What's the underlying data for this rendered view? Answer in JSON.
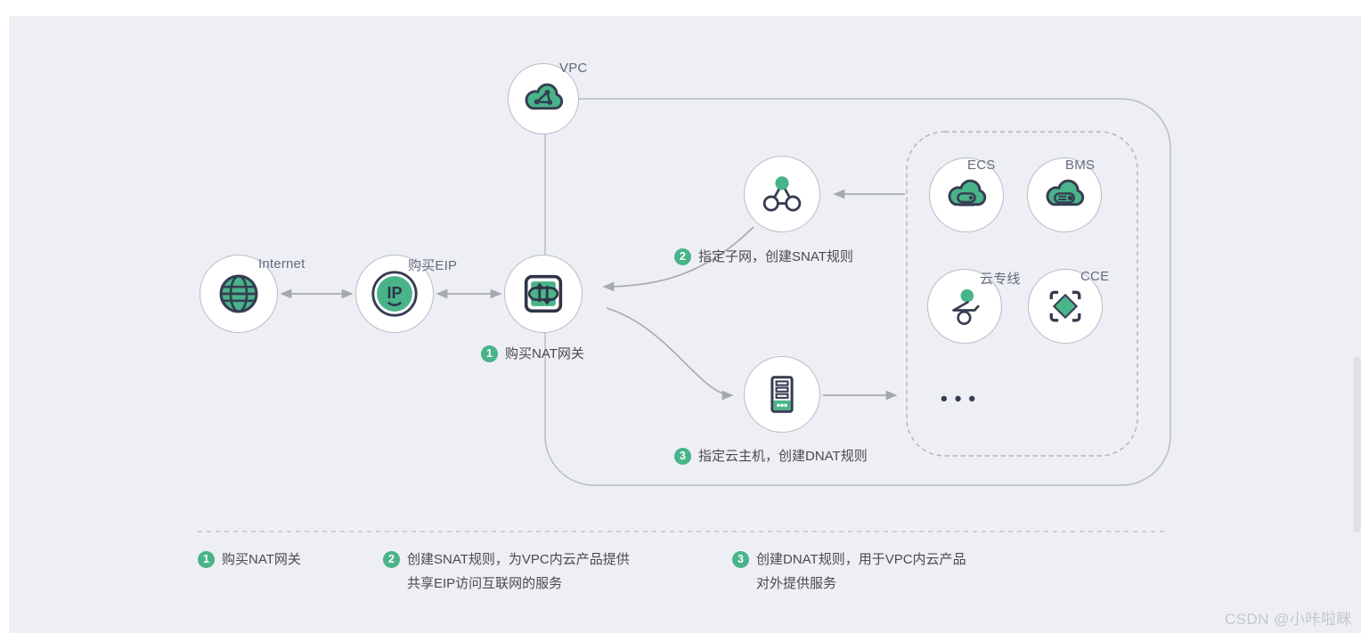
{
  "colors": {
    "accent_green": "#49b389",
    "icon_dark": "#363d52",
    "panel_background": "#edeff4",
    "line_gray": "#b8bcc6",
    "arrow_gray": "#a6a9b0"
  },
  "nodes": {
    "vpc": {
      "label": "VPC"
    },
    "internet": {
      "label": "Internet"
    },
    "eip": {
      "label": "购买EIP",
      "icon_text": "IP"
    },
    "nat": {
      "step": "1",
      "caption": "购买NAT网关"
    },
    "subnet": {
      "step": "2",
      "caption": "指定子网，创建SNAT规则"
    },
    "server": {
      "step": "3",
      "caption": "指定云主机，创建DNAT规则"
    },
    "ecs": {
      "label": "ECS"
    },
    "bms": {
      "label": "BMS"
    },
    "direct_connect": {
      "label": "云专线"
    },
    "cce": {
      "label": "CCE"
    },
    "more": {
      "label": "•••"
    }
  },
  "legend": {
    "items": [
      {
        "step": "1",
        "line1": "购买NAT网关",
        "line2": ""
      },
      {
        "step": "2",
        "line1": "创建SNAT规则，为VPC内云产品提供",
        "line2": "共享EIP访问互联网的服务"
      },
      {
        "step": "3",
        "line1": "创建DNAT规则，用于VPC内云产品",
        "line2": "对外提供服务"
      }
    ]
  },
  "watermark": "CSDN @小咔啦眯"
}
